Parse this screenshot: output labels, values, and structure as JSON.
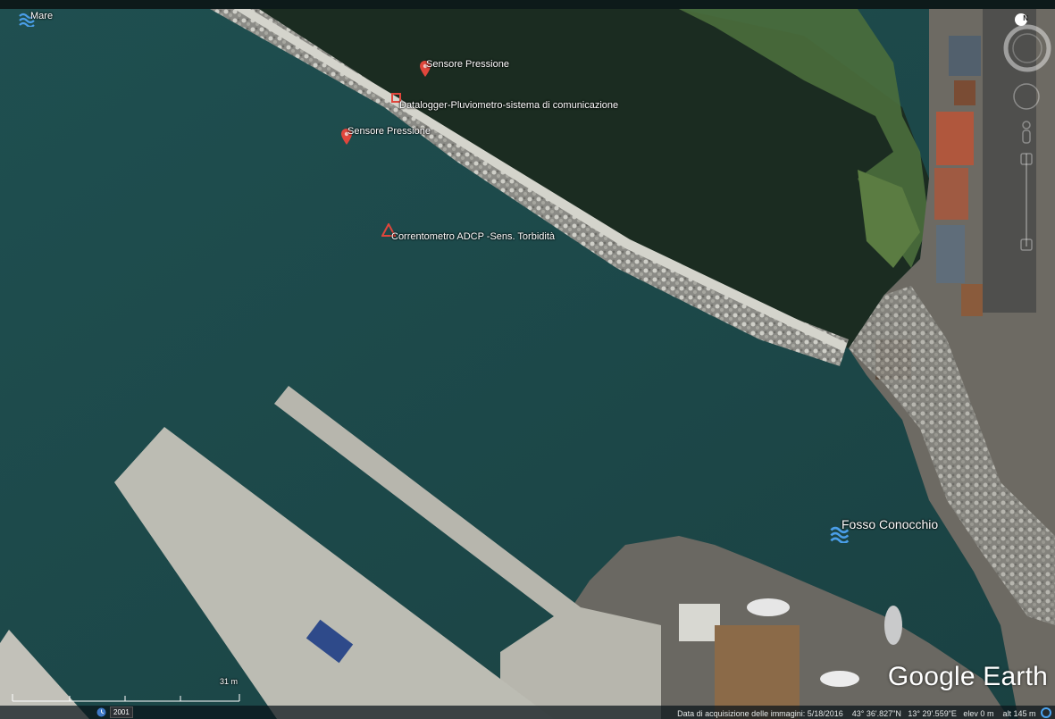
{
  "map": {
    "placemarks": [
      {
        "label": "Mare",
        "icon": "water-icon"
      },
      {
        "label": "Sensore Pressione",
        "icon": "red-pin-icon"
      },
      {
        "label": "Datalogger-Pluviometro-sistema di comunicazione",
        "icon": "red-square-icon"
      },
      {
        "label": "Sensore Pressione",
        "icon": "red-pin-icon"
      },
      {
        "label": "Correntometro ADCP -Sens. Torbidità",
        "icon": "red-triangle-icon"
      },
      {
        "label": "Fosso Conocchio",
        "icon": "water-icon"
      }
    ],
    "logo": "Google Earth",
    "scale_label": "31 m",
    "compass_label": "N"
  },
  "status": {
    "year": "2001",
    "acquisition": "Data di acquisizione delle immagini: 5/18/2016",
    "lat": "43° 36'.827\"N",
    "lon": "13° 29'.559\"E",
    "elev": "elev    0 m",
    "alt": "alt  145 m"
  },
  "colors": {
    "water": "#1d4a4b",
    "lagoon": "#1a2b1f",
    "pier": "#b9b9b2",
    "marker": "#e0463c"
  }
}
